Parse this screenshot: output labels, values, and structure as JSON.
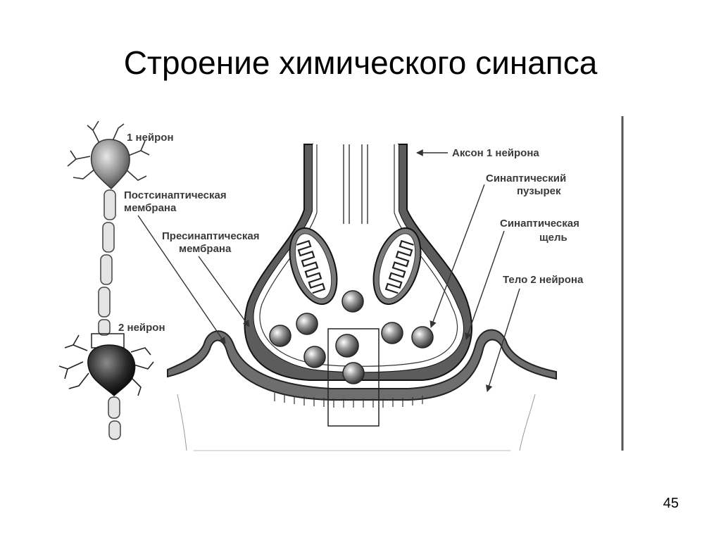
{
  "slide": {
    "title": "Строение химического синапса",
    "page_number": "45"
  },
  "diagram": {
    "labels": {
      "neuron1": "1 нейрон",
      "neuron2": "2 нейрон",
      "postsynaptic_line1": "Постсинаптическая",
      "postsynaptic_line2": "мембрана",
      "presynaptic_line1": "Пресинаптическая",
      "presynaptic_line2": "мембрана",
      "axon": "Аксон 1 нейрона",
      "vesicle_line1": "Синаптический",
      "vesicle_line2": "пузырек",
      "cleft_line1": "Синаптическая",
      "cleft_line2": "щель",
      "body2": "Тело 2 нейрона"
    }
  }
}
